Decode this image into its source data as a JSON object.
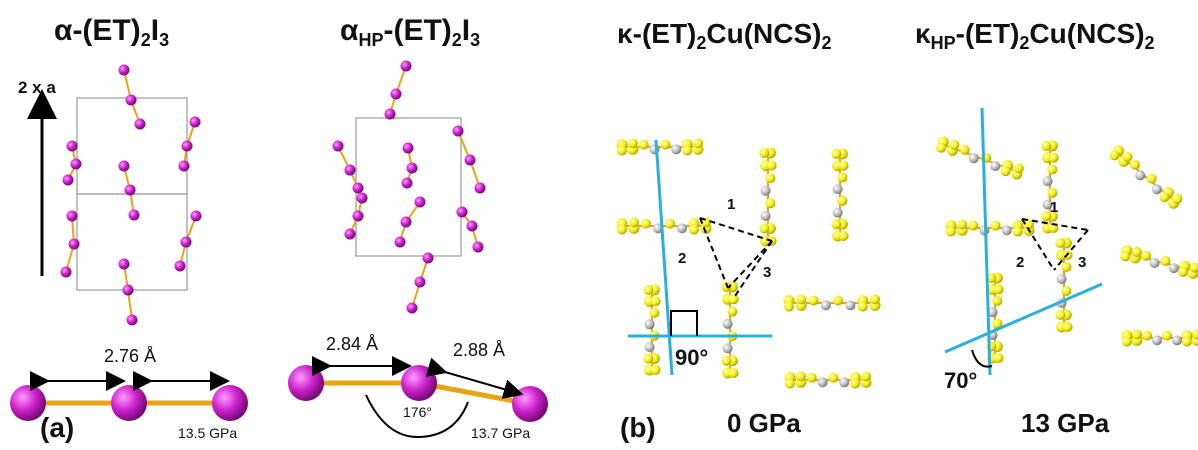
{
  "panel_a": {
    "title_left": {
      "main": "α-(ET)",
      "sub1": "2",
      "mid": "I",
      "sub2": "3"
    },
    "title_right": {
      "main": "α",
      "sub0": "HP",
      "rest": "-(ET)",
      "sub1": "2",
      "mid": "I",
      "sub2": "3"
    },
    "axis_label": "2 x a",
    "bond_left": "2.76 Å",
    "bond_right_1": "2.84 Å",
    "bond_right_2": "2.88 Å",
    "angle": "176°",
    "pressure_left": "13.5 GPa",
    "pressure_right": "13.7 GPa",
    "panel_label": "(a)"
  },
  "panel_b": {
    "title_left": {
      "main": "κ-(ET)",
      "sub1": "2",
      "rest": "Cu(NCS)",
      "sub2": "2"
    },
    "title_right": {
      "main": "κ",
      "sub0": "HP",
      "rest1": "-(ET)",
      "sub1": "2",
      "rest2": "Cu(NCS)",
      "sub2": "2"
    },
    "angle_left": "90°",
    "angle_right": "70°",
    "pressure_left": "0 GPa",
    "pressure_right": "13 GPa",
    "panel_label": "(b)",
    "bond_labels_left": [
      "1",
      "2",
      "3"
    ],
    "bond_labels_right": [
      "1",
      "2",
      "3"
    ]
  },
  "colors": {
    "iodine": "#cc22cc",
    "bond": "#e8a317",
    "sulfur": "#f2ef1a",
    "carbon": "#b8b8b8",
    "axis_line": "#2ab0e0",
    "cell": "#999999"
  }
}
